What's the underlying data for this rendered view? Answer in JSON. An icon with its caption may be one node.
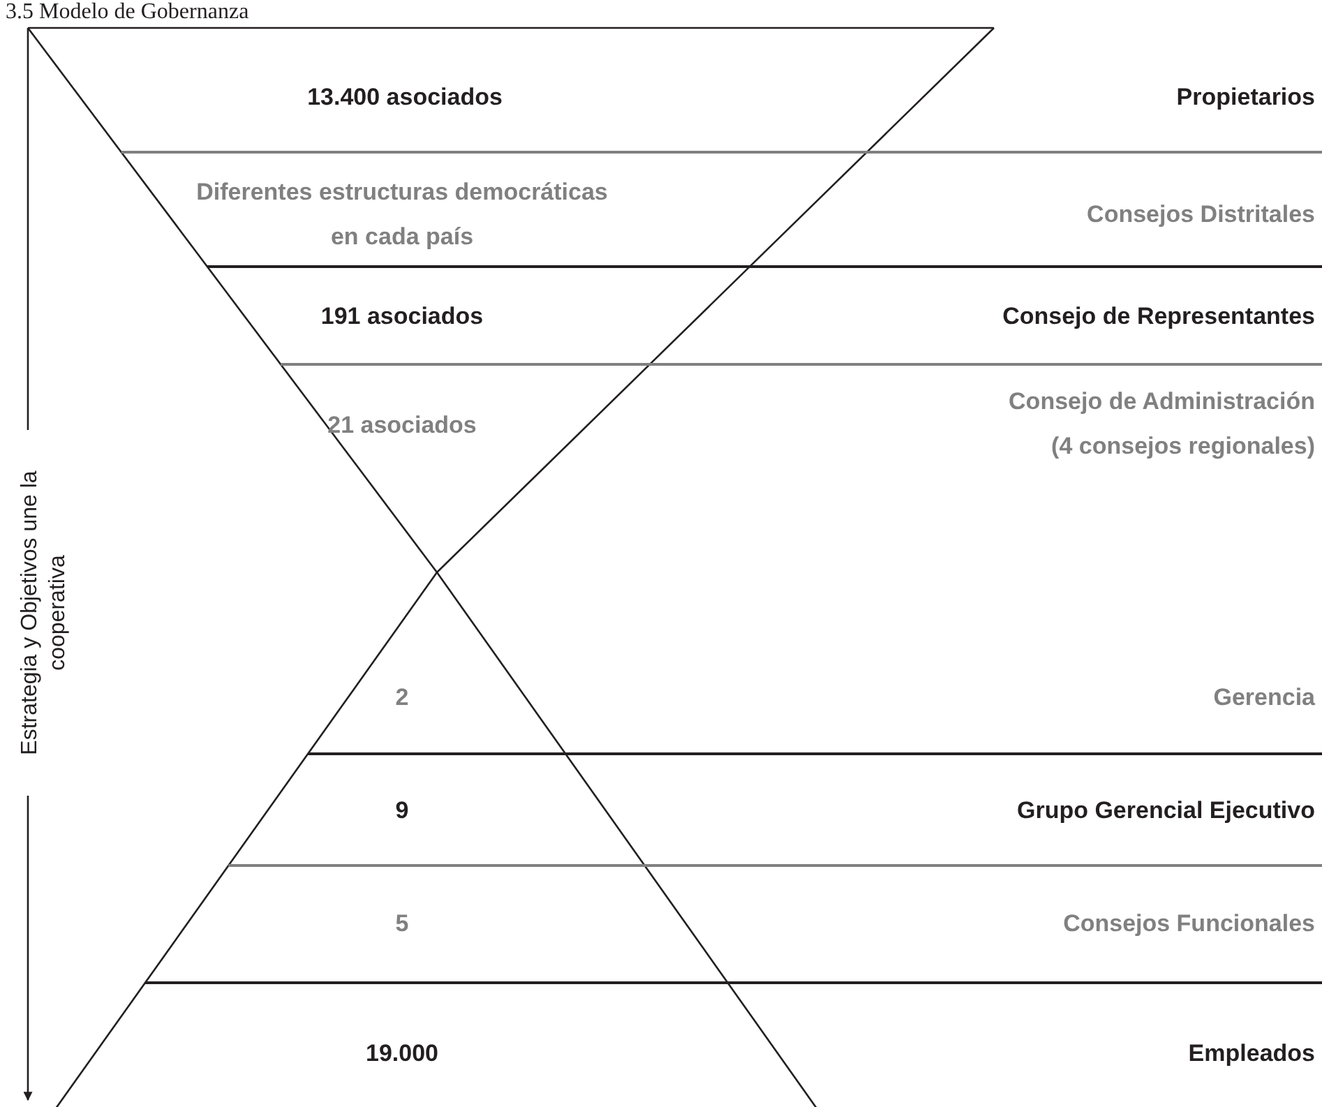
{
  "diagram": {
    "title": "3.5 Modelo de Gobernanza",
    "labels": [
      "13.400 asociados",
      "Propietarios",
      "Diferentes estructuras democráticas en cada país",
      "Consejos Distritales",
      "191 asociados",
      "Consejo de Representantes",
      "21 asociados",
      "Consejo de Administración (4 consejos regionales)",
      "Estrategia y Objetivos une la cooperativa",
      "2",
      "Gerencia",
      "9",
      "Grupo Gerencial Ejecutivo",
      "5",
      "Consejos Funcionales",
      "19.000",
      "Empleados"
    ]
  }
}
